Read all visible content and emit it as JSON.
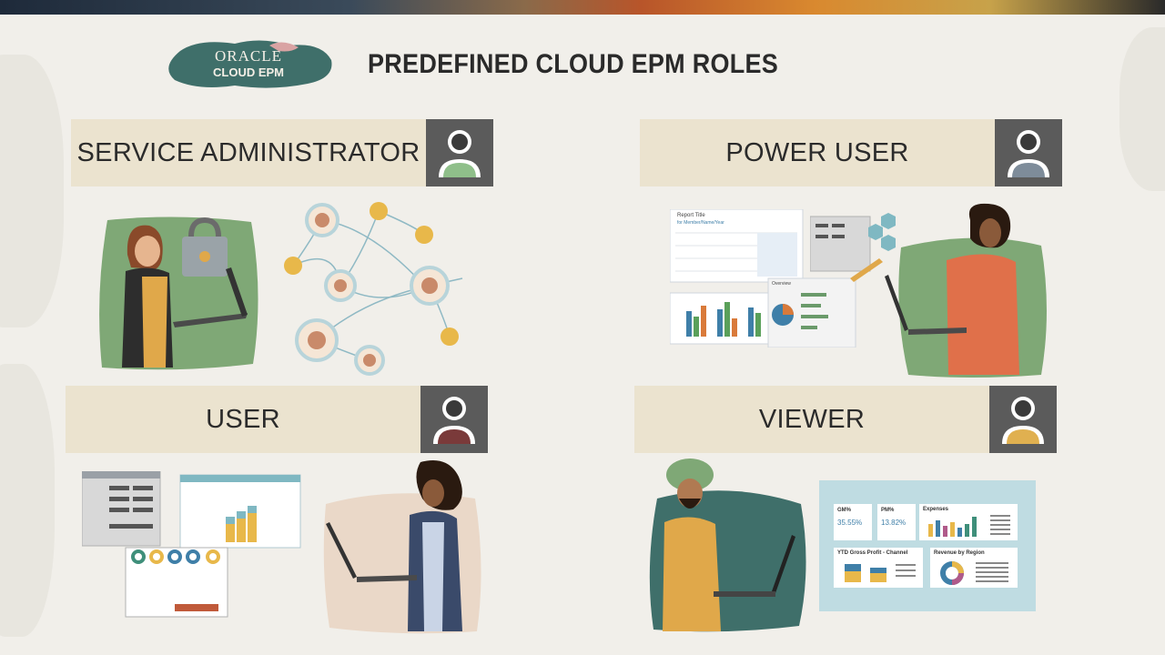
{
  "logo": {
    "line1": "ORACLE",
    "line2": "CLOUD EPM"
  },
  "title": "PREDEFINED CLOUD EPM ROLES",
  "roles": [
    {
      "label": "SERVICE ADMINISTRATOR",
      "avatar_color": "#8fbf8a"
    },
    {
      "label": "POWER USER",
      "avatar_color": "#7e8c9a"
    },
    {
      "label": "USER",
      "avatar_color": "#7a3a3a"
    },
    {
      "label": "VIEWER",
      "avatar_color": "#e0b050"
    }
  ],
  "power_user_report": {
    "report_title": "Report Title",
    "report_subtitle": "for Member/Name/Year",
    "overview_label": "Overview"
  },
  "viewer_dashboard": {
    "gm_label": "GM%",
    "gm_value": "35.55%",
    "pm_label": "PM%",
    "pm_value": "13.82%",
    "expenses_label": "Expenses",
    "ytd_label": "YTD Gross Profit - Channel",
    "region_label": "Revenue by Region"
  },
  "colors": {
    "accent_green": "#7fa876",
    "accent_teal": "#3f6f6a",
    "card_bg": "#ebe3cf",
    "icon_bg": "#5b5b5b"
  }
}
